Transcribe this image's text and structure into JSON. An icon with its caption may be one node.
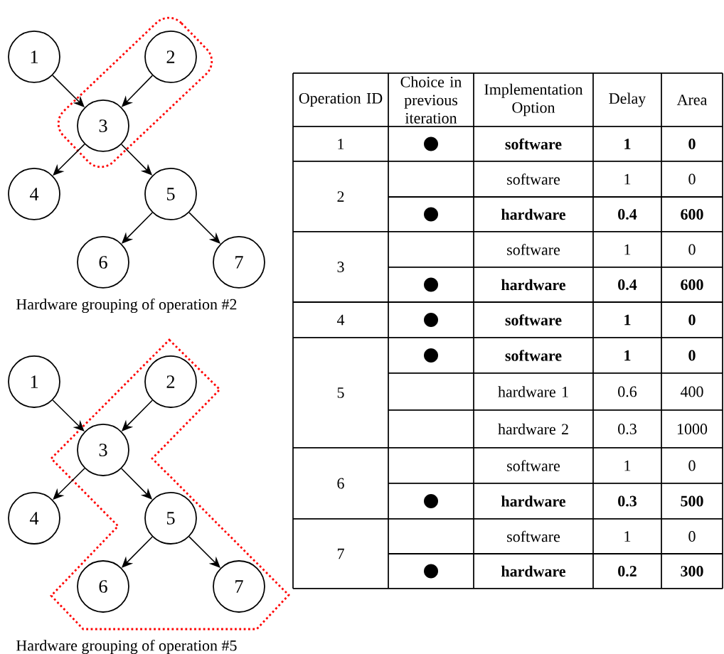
{
  "diagram": {
    "nodes": [
      {
        "text": [
          "1"
        ]
      },
      {
        "text": [
          "2"
        ]
      },
      {
        "text": [
          "3"
        ]
      },
      {
        "text": [
          "4"
        ]
      },
      {
        "text": [
          "5"
        ]
      },
      {
        "text": [
          "6"
        ]
      },
      {
        "text": [
          "7"
        ]
      },
      {
        "text": [
          "1"
        ]
      },
      {
        "text": [
          "2"
        ]
      },
      {
        "text": [
          "3"
        ]
      },
      {
        "text": [
          "4"
        ]
      },
      {
        "text": [
          "5"
        ]
      },
      {
        "text": [
          "6"
        ]
      },
      {
        "text": [
          "7"
        ]
      }
    ],
    "edges": [
      {
        "from": 0,
        "to": 2,
        "arrow": "to"
      },
      {
        "from": 1,
        "to": 2,
        "arrow": "to"
      },
      {
        "from": 2,
        "to": 3,
        "arrow": "to"
      },
      {
        "from": 2,
        "to": 4,
        "arrow": "to"
      },
      {
        "from": 4,
        "to": 5,
        "arrow": "to"
      },
      {
        "from": 4,
        "to": 6,
        "arrow": "to"
      },
      {
        "from": 7,
        "to": 9,
        "arrow": "to"
      },
      {
        "from": 8,
        "to": 9,
        "arrow": "to"
      },
      {
        "from": 9,
        "to": 10,
        "arrow": "to"
      },
      {
        "from": 9,
        "to": 11,
        "arrow": "to"
      },
      {
        "from": 11,
        "to": 12,
        "arrow": "to"
      },
      {
        "from": 11,
        "to": 13,
        "arrow": "to"
      }
    ],
    "labels": [
      "Operation ID",
      "Choice in previous iteration",
      "Implementation Option",
      "Delay",
      "Area",
      "1",
      "software",
      "1",
      "0",
      "2",
      "software",
      "1",
      "0",
      "hardware",
      "0.4",
      "600",
      "3",
      "software",
      "1",
      "0",
      "hardware",
      "0.4",
      "600",
      "4",
      "software",
      "1",
      "0",
      "5",
      "software",
      "1",
      "0",
      "hardware 1",
      "0.6",
      "400",
      "hardware 2",
      "0.3",
      "1000",
      "6",
      "software",
      "1",
      "0",
      "hardware",
      "0.3",
      "500",
      "7",
      "software",
      "1",
      "0",
      "hardware",
      "0.2",
      "300",
      "Hardware grouping of operation #2",
      "Hardware grouping of operation #5"
    ]
  }
}
